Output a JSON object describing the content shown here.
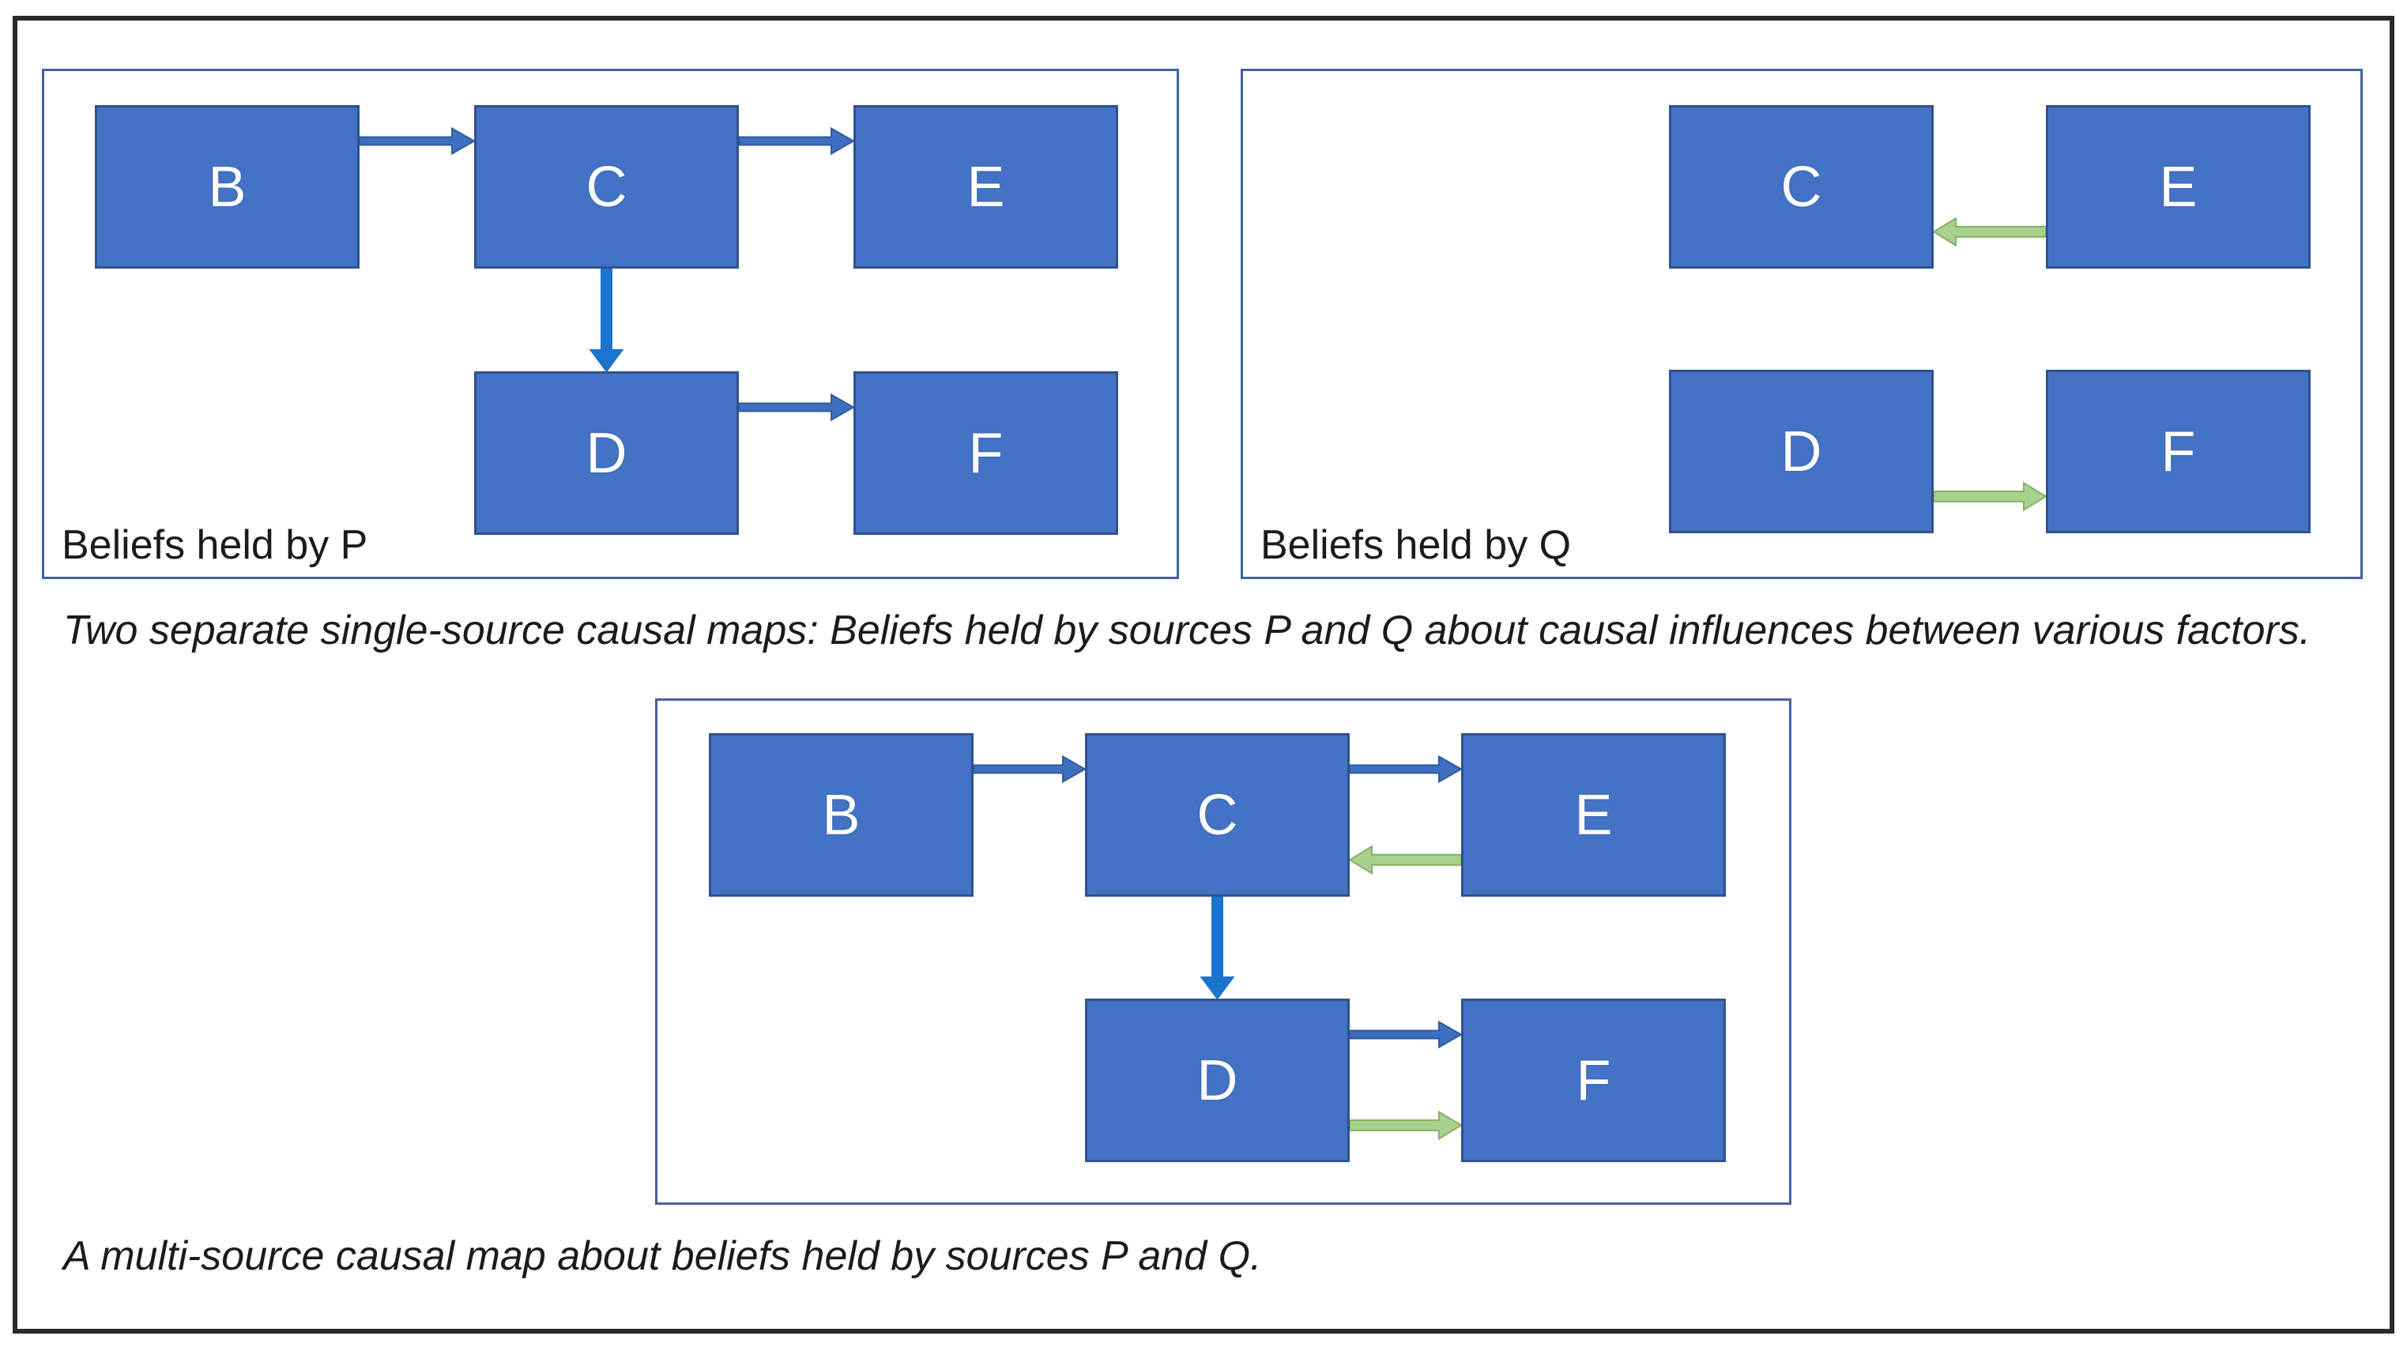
{
  "diagram": {
    "captions": [
      {
        "id": "single_source",
        "text": "Two separate single-source causal maps: Beliefs held by sources P and Q about causal influences between various factors."
      },
      {
        "id": "multi_source",
        "text": "A multi-source causal map about beliefs held by sources P and Q."
      }
    ],
    "colors": {
      "node_fill": "#4472C4",
      "node_border": "#2F528F",
      "node_text": "#ffffff",
      "panel_border": "#41639E",
      "outer_border": "#2a2a2a",
      "arrow_blue": "#3E6FC1",
      "arrow_blue_stroke": "#2F5B9B",
      "arrow_blue_bright": "#1B74CE",
      "arrow_green": "#A9D18E",
      "arrow_green_stroke": "#84B163"
    },
    "panels": [
      {
        "id": "p",
        "label": "Beliefs held by P",
        "nodes": [
          {
            "id": "B",
            "label": "B"
          },
          {
            "id": "C",
            "label": "C"
          },
          {
            "id": "E",
            "label": "E"
          },
          {
            "id": "D",
            "label": "D"
          },
          {
            "id": "F",
            "label": "F"
          }
        ],
        "edges": [
          {
            "from": "B",
            "to": "C",
            "color": "blue",
            "orient": "horizontal"
          },
          {
            "from": "C",
            "to": "E",
            "color": "blue",
            "orient": "horizontal"
          },
          {
            "from": "C",
            "to": "D",
            "color": "blue_bright",
            "orient": "vertical"
          },
          {
            "from": "D",
            "to": "F",
            "color": "blue",
            "orient": "horizontal"
          }
        ]
      },
      {
        "id": "q",
        "label": "Beliefs held by Q",
        "nodes": [
          {
            "id": "C",
            "label": "C"
          },
          {
            "id": "E",
            "label": "E"
          },
          {
            "id": "D",
            "label": "D"
          },
          {
            "id": "F",
            "label": "F"
          }
        ],
        "edges": [
          {
            "from": "E",
            "to": "C",
            "color": "green",
            "orient": "horizontal"
          },
          {
            "from": "D",
            "to": "F",
            "color": "green",
            "orient": "horizontal"
          }
        ]
      },
      {
        "id": "multi",
        "label": "",
        "nodes": [
          {
            "id": "B",
            "label": "B"
          },
          {
            "id": "C",
            "label": "C"
          },
          {
            "id": "E",
            "label": "E"
          },
          {
            "id": "D",
            "label": "D"
          },
          {
            "id": "F",
            "label": "F"
          }
        ],
        "edges": [
          {
            "from": "B",
            "to": "C",
            "color": "blue",
            "orient": "horizontal"
          },
          {
            "from": "C",
            "to": "E",
            "color": "blue",
            "orient": "horizontal"
          },
          {
            "from": "E",
            "to": "C",
            "color": "green",
            "orient": "horizontal"
          },
          {
            "from": "C",
            "to": "D",
            "color": "blue_bright",
            "orient": "vertical"
          },
          {
            "from": "D",
            "to": "F",
            "color": "blue",
            "orient": "horizontal"
          },
          {
            "from": "D",
            "to": "F",
            "color": "green",
            "orient": "horizontal"
          }
        ]
      }
    ]
  }
}
